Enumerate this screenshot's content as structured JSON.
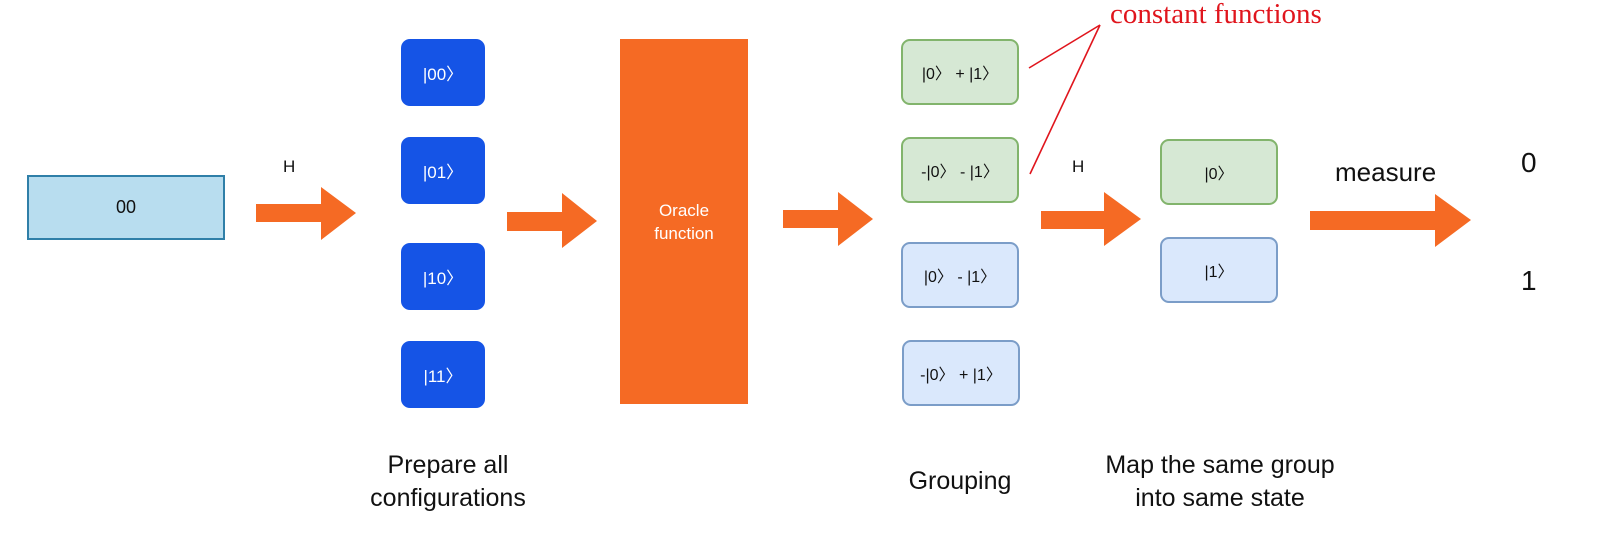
{
  "input_state": "00",
  "hadamard_label": "H",
  "configurations": [
    "|00〉",
    "|01〉",
    "|10〉",
    "|11〉"
  ],
  "oracle": {
    "line1": "Oracle",
    "line2": "function"
  },
  "groups": [
    {
      "text": "|0〉 + |1〉",
      "color": "green"
    },
    {
      "text": "-|0〉 - |1〉",
      "color": "green"
    },
    {
      "text": "|0〉 - |1〉",
      "color": "blue"
    },
    {
      "text": "-|0〉 + |1〉",
      "color": "blue"
    }
  ],
  "mapped_states": [
    "|0〉",
    "|1〉"
  ],
  "measure_label": "measure",
  "outcomes": [
    "0",
    "1"
  ],
  "annotation": "constant functions",
  "captions": {
    "prepare": [
      "Prepare all",
      "configurations"
    ],
    "grouping": "Grouping",
    "map": [
      "Map the same group",
      "into same state"
    ]
  },
  "colors": {
    "arrow": "#f56a24",
    "annotation": "#e0151d",
    "config_box": "#1554e6",
    "oracle_box": "#f56a24",
    "green_fill": "#d6e8d4",
    "blue_fill": "#dae8fc",
    "input_fill": "#b8ddef"
  }
}
